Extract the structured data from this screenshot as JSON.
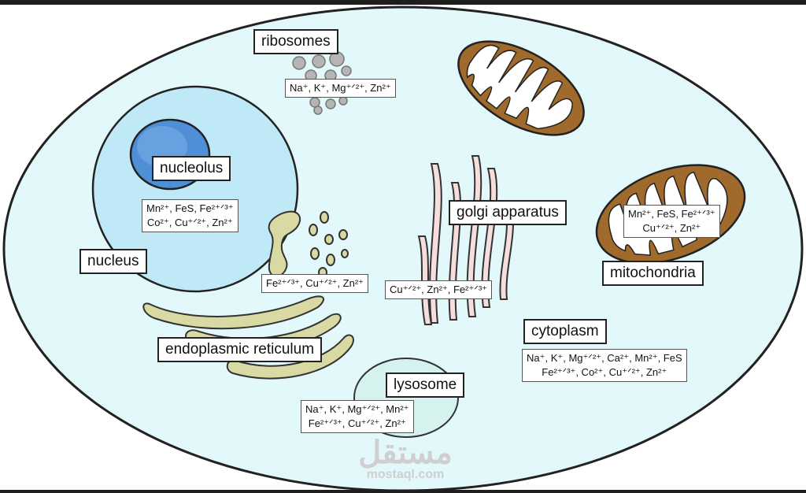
{
  "labels": {
    "ribosomes": "ribosomes",
    "nucleolus": "nucleolus",
    "nucleus": "nucleus",
    "golgi": "golgi apparatus",
    "mitochondria": "mitochondria",
    "cytoplasm": "cytoplasm",
    "er": "endoplasmic reticulum",
    "lysosome": "lysosome"
  },
  "ions": {
    "ribosomes": [
      "Na⁺, K⁺, Mg⁺ᐟ²⁺, Zn²⁺"
    ],
    "nucleus": [
      "Mn²⁺, FeS, Fe²⁺ᐟ³⁺",
      "Co²⁺, Cu⁺ᐟ²⁺, Zn²⁺"
    ],
    "er": [
      "Fe²⁺ᐟ³⁺, Cu⁺ᐟ²⁺, Zn²⁺"
    ],
    "golgi": [
      "Cu⁺ᐟ²⁺, Zn²⁺, Fe²⁺ᐟ³⁺"
    ],
    "mitochondria": [
      "Mn²⁺, FeS, Fe²⁺ᐟ³⁺",
      "Cu⁺ᐟ²⁺, Zn²⁺"
    ],
    "cytoplasm": [
      "Na⁺, K⁺, Mg⁺ᐟ²⁺, Ca²⁺, Mn²⁺, FeS",
      "Fe²⁺ᐟ³⁺, Co²⁺, Cu⁺ᐟ²⁺, Zn²⁺"
    ],
    "lysosome": [
      "Na⁺, K⁺, Mg⁺ᐟ²⁺, Mn²⁺",
      "Fe²⁺ᐟ³⁺, Cu⁺ᐟ²⁺, Zn²⁺"
    ]
  },
  "watermark": {
    "arabic": "مستقل",
    "latin": "mostaql.com"
  },
  "colors": {
    "cytoplasm": "#e3f8fa",
    "nucleus": "#bfe9f7",
    "nucleolus": "#4f8fd6",
    "mitochondria": "#a06a2c",
    "er": "#d9d9a3",
    "golgi": "#f6dede",
    "lysosome": "#d6f2ef",
    "ribosome": "#b5b5b5"
  }
}
